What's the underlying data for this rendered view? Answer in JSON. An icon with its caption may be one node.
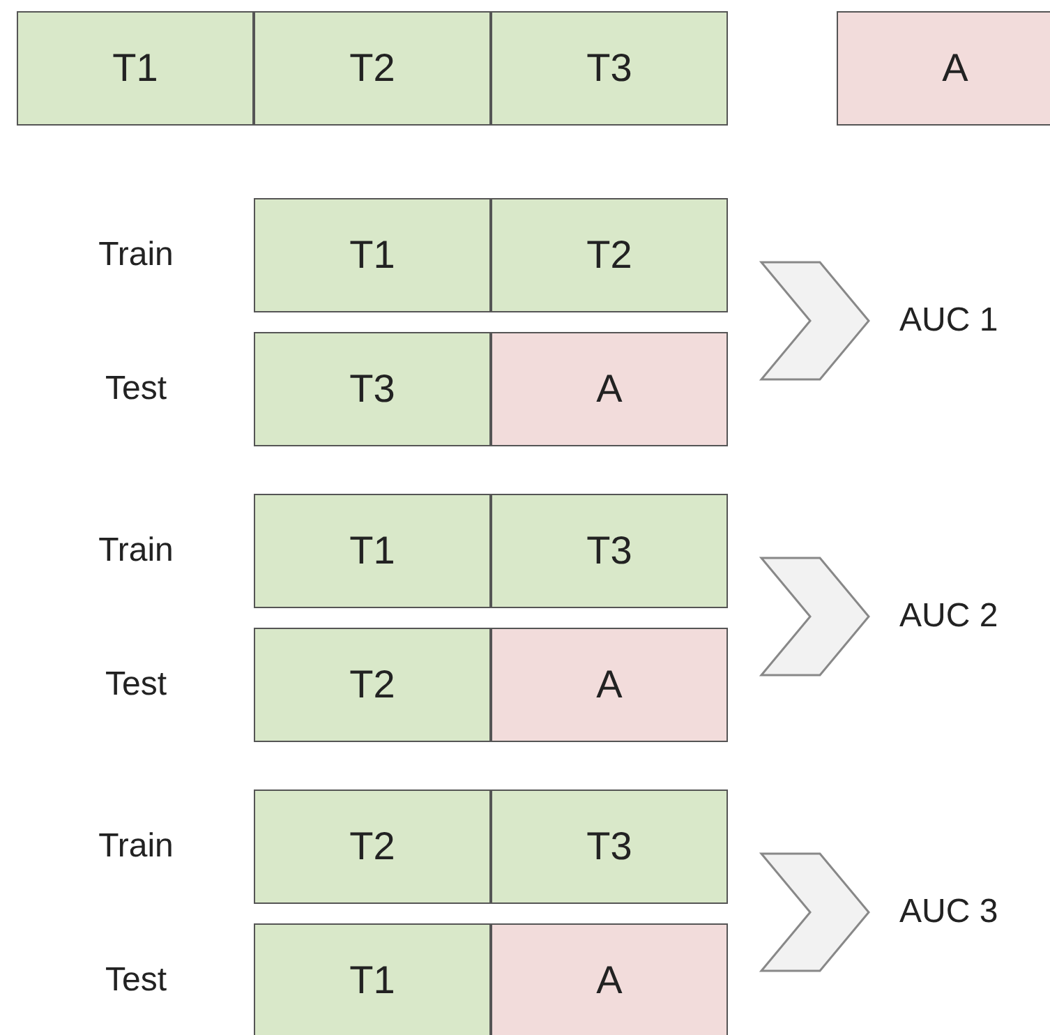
{
  "diagram": {
    "nodes": [
      {
        "text": [
          "T1"
        ]
      },
      {
        "text": [
          "T2"
        ]
      },
      {
        "text": [
          "T3"
        ]
      },
      {
        "text": [
          "A"
        ]
      },
      {
        "text": [
          "T1"
        ]
      },
      {
        "text": [
          "T2"
        ]
      },
      {
        "text": [
          "T3"
        ]
      },
      {
        "text": [
          "A"
        ]
      },
      {
        "text": [
          "AUC 1"
        ]
      },
      {
        "text": [
          "T1"
        ]
      },
      {
        "text": [
          "T3"
        ]
      },
      {
        "text": [
          "T2"
        ]
      },
      {
        "text": [
          "A"
        ]
      },
      {
        "text": [
          "AUC 2"
        ]
      },
      {
        "text": [
          "T2"
        ]
      },
      {
        "text": [
          "T3"
        ]
      },
      {
        "text": [
          "T1"
        ]
      },
      {
        "text": [
          "A"
        ]
      },
      {
        "text": [
          "AUC 3"
        ]
      }
    ],
    "edges": [
      {
        "from": null,
        "to": 8,
        "arrow": "to"
      },
      {
        "from": null,
        "to": 13,
        "arrow": "to"
      },
      {
        "from": null,
        "to": 18,
        "arrow": "to"
      }
    ],
    "labels": [
      "Train",
      "Test",
      "Train",
      "Test",
      "Train",
      "Test"
    ]
  }
}
